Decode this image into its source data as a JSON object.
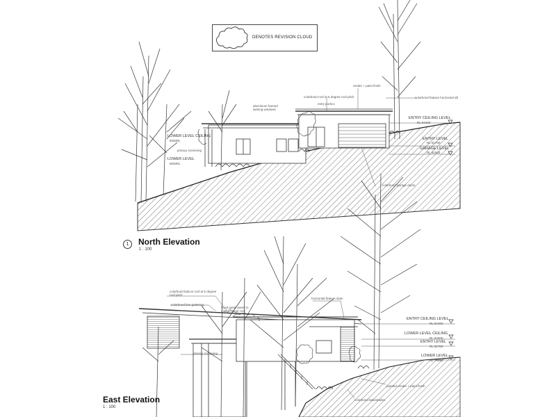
{
  "legend": {
    "text": "DENOTES REVISION CLOUD"
  },
  "north": {
    "title": "North Elevation",
    "number": "1",
    "scale": "1 : 100",
    "levels": [
      {
        "name": "ENTRY CEILING LEVEL",
        "rl": "RL 84400"
      },
      {
        "name": "ENTRY LEVEL",
        "rl": "RL 81700"
      },
      {
        "name": "GARAGE LEVEL",
        "rl": "RL 81600"
      }
    ],
    "left_levels": [
      {
        "name": "LOWER LEVEL CEILING",
        "rl": "8000RL"
      },
      {
        "name": "LOWER LEVEL",
        "rl": "8000RL"
      }
    ],
    "notes": [
      "render + paint finish",
      "colorbond roof at 5 degree roof pitch",
      "entry portico",
      "colorbond feature horizontal sill",
      "aluminium framed awning windows",
      "privacy screening",
      "colorbond garage doors"
    ]
  },
  "east": {
    "title": "East Elevation",
    "scale": "1 : 100",
    "levels": [
      {
        "name": "ENTRY CEILING LEVEL",
        "rl": "RL 84400"
      },
      {
        "name": "LOWER LEVEL CEILING",
        "rl": "RL 82000"
      },
      {
        "name": "ENTRY LEVEL",
        "rl": "RL 81700"
      },
      {
        "name": "LOWER LEVEL",
        "rl": "RL 79990"
      }
    ],
    "notes": [
      "colorbond balcon roof at 5 degree roof pitch",
      "colorbond box guttering",
      "hood guide panel to match/colour roof",
      "horizontal feature slats",
      "privacy screening",
      "painted render + paint finish",
      "colorbond balustrades"
    ]
  }
}
